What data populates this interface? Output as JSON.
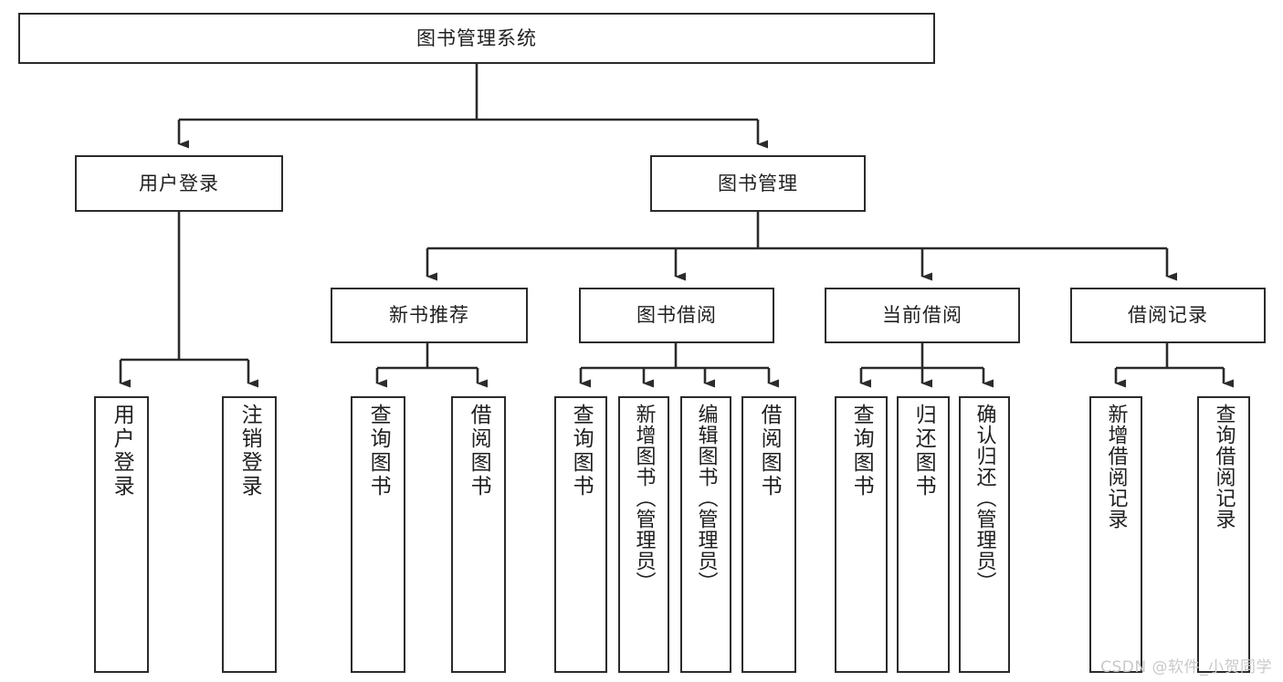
{
  "diagram": {
    "title": "图书管理系统",
    "type": "tree-hierarchy",
    "watermark": "CSDN @软件_小贺同学",
    "colors": {
      "stroke": "#2b2b2b",
      "fill": "#ffffff",
      "text": "#1f1f1f",
      "watermark": "#c9c9c9"
    }
  },
  "nodes": {
    "root": {
      "label": "图书管理系统"
    },
    "level1": [
      {
        "label": "用户登录"
      },
      {
        "label": "图书管理"
      }
    ],
    "level2": [
      {
        "label": "新书推荐"
      },
      {
        "label": "图书借阅"
      },
      {
        "label": "当前借阅"
      },
      {
        "label": "借阅记录"
      }
    ],
    "leaves": {
      "user_login": [
        {
          "label": "用户登录"
        },
        {
          "label": "注销登录"
        }
      ],
      "new_book_recommend": [
        {
          "label": "查询图书"
        },
        {
          "label": "借阅图书"
        }
      ],
      "book_borrow": [
        {
          "label": "查询图书"
        },
        {
          "label": "新增图书（管理员）"
        },
        {
          "label": "编辑图书（管理员）"
        },
        {
          "label": "借阅图书"
        }
      ],
      "current_borrow": [
        {
          "label": "查询图书"
        },
        {
          "label": "归还图书"
        },
        {
          "label": "确认归还（管理员）"
        }
      ],
      "borrow_record": [
        {
          "label": "新增借阅记录"
        },
        {
          "label": "查询借阅记录"
        }
      ]
    }
  }
}
